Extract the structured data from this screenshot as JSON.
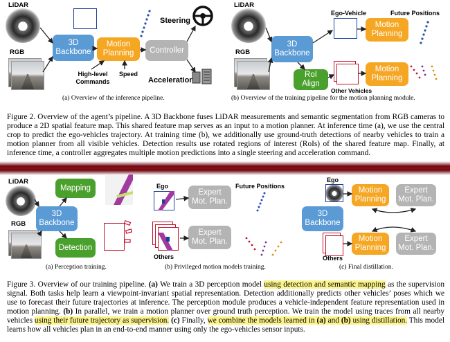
{
  "fig2": {
    "panel_a": {
      "lidar": "LiDAR",
      "rgb": "RGB",
      "backbone": "3D Backbone",
      "motion": "Motion Planning",
      "controller": "Controller",
      "steering": "Steering",
      "acceleration": "Acceleration",
      "commands": "High-level Commands",
      "speed": "Speed",
      "caption": "(a) Overview of the inference pipeline."
    },
    "panel_b": {
      "lidar": "LiDAR",
      "rgb": "RGB",
      "backbone": "3D Backbone",
      "roi": "RoI Align",
      "ego": "Ego-Vehicle",
      "future": "Future Positions",
      "motion1": "Motion Planning",
      "motion2": "Motion Planning",
      "others": "Other Vehicles",
      "caption": "(b) Overview of the training pipeline for the motion planning module."
    },
    "caption": "Figure 2. Overview of the agent’s pipeline. A 3D Backbone fuses LiDAR measurements and semantic segmentation from RGB cameras to produce a 2D spatial feature map. This shared feature map serves as an input to a motion planner. At inference time (a), we use the central crop to predict the ego-vehicles trajectory. At training time (b), we additionally use ground-truth detections of nearby vehicles to train a motion planner from all visible vehicles. Detection results use rotated regions of interest (RoIs) of the shared feature map. Finally, at inference time, a controller aggregates multiple motion predictions into a single steering and acceleration command."
  },
  "fig3": {
    "panel_a": {
      "lidar": "LiDAR",
      "rgb": "RGB",
      "backbone": "3D Backbone",
      "mapping": "Mapping",
      "detection": "Detection",
      "caption": "(a) Perception training."
    },
    "panel_b": {
      "ego": "Ego",
      "others": "Others",
      "future": "Future Positions",
      "expert1": "Expert Mot. Plan.",
      "expert2": "Expert Mot. Plan.",
      "caption": "(b) Privileged motion models training."
    },
    "panel_c": {
      "ego": "Ego",
      "others": "Others",
      "backbone": "3D Backbone",
      "motion1": "Motion Planning",
      "expert1": "Expert Mot. Plan.",
      "motion2": "Motion Planning",
      "expert2": "Expert Mot. Plan.",
      "caption": "(c) Final distillation."
    },
    "caption": {
      "p1": "Figure 3. Overview of our training pipeline. ",
      "p2": "(a)",
      "p3": " We train a 3D perception model ",
      "p4": "using detection and semantic mapping",
      "p5": " as the supervision signal. Both tasks help learn a viewpoint-invariant spatial representation. Detection additionally predicts other vehicles’ poses which we use to forecast their future trajectories at inference. The perception module produces a vehicle-independent feature representation used in motion planning. ",
      "p6": "(b)",
      "p7": " In parallel, we train a motion planner over ground truth perception. We train the model using traces from all nearby vehicles ",
      "p8": "using their future trajectory as supervision.",
      "p9": " ",
      "p10": "(c)",
      "p11": " Finally, ",
      "p12": "we combine the models learned in ",
      "p13": "(a)",
      "p14": " and ",
      "p15": "(b)",
      "p16": " using distillation.",
      "p17": " This model learns how all vehicles plan in an end-to-end manner using only the ego-vehicles sensor inputs."
    }
  },
  "colors": {
    "backbone": "#5b9bd5",
    "motion": "#f5a623",
    "controller": "#b4b4b4",
    "perception": "#4aa02c",
    "divider": "#8c0d17",
    "highlight": "#fbf38c"
  }
}
